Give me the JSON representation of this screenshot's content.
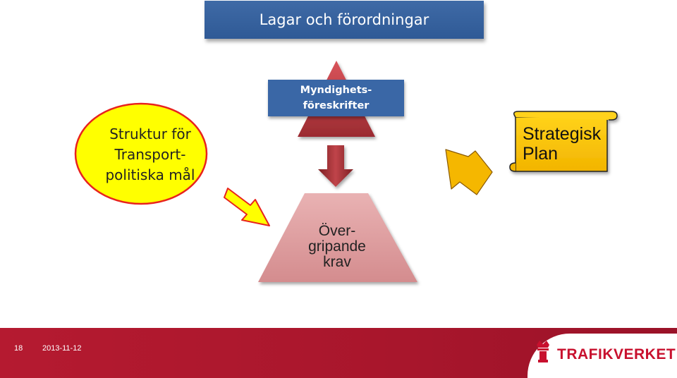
{
  "title": "Lagar och förordningar",
  "goals_ellipse": {
    "lines": [
      "Struktur för",
      "Transport-",
      "politiska mål"
    ]
  },
  "regulations_box": {
    "lines": [
      "Myndighets-",
      "föreskrifter"
    ]
  },
  "strategic_plan": {
    "lines": [
      "Strategisk",
      "Plan"
    ]
  },
  "requirements_trapezoid": {
    "lines": [
      "Över-",
      "gripande",
      "krav"
    ]
  },
  "footer": {
    "page_number": "18",
    "date": "2013-11-12",
    "logo_text": "TRAFIKVERKET"
  },
  "colors": {
    "title_blue": "#2f5a96",
    "ellipse_yellow": "#ffff00",
    "ellipse_border": "#e8221e",
    "red_triangle": "#b3333b",
    "trapezoid_pink": "#d99597",
    "orange_arrow": "#f5b700",
    "footer_red": "#a8162c"
  }
}
